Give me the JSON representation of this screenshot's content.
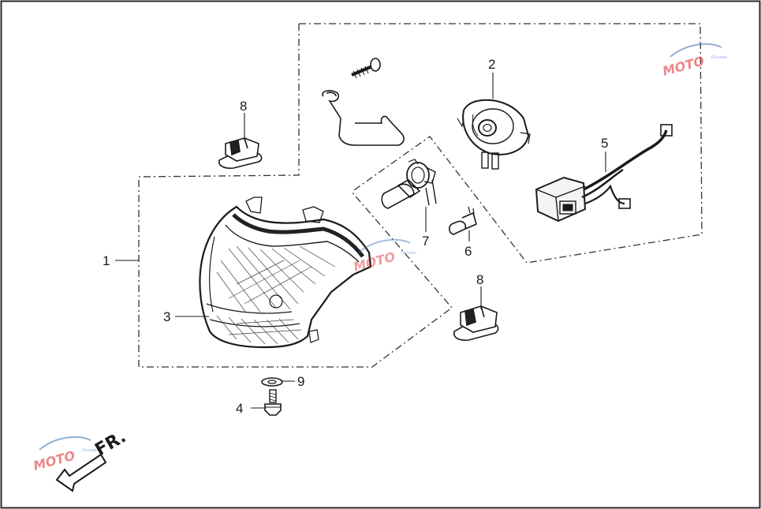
{
  "callouts": {
    "n1": "1",
    "n2": "2",
    "n3": "3",
    "n4": "4",
    "n5": "5",
    "n6": "6",
    "n7": "7",
    "n8a": "8",
    "n8b": "8",
    "n9": "9"
  },
  "direction": {
    "label": "FR."
  },
  "watermark": {
    "text": "MOTO",
    "subtext": "Онлайн",
    "color_red": "#e0262b",
    "color_blue": "#3b6fb6"
  },
  "colors": {
    "line": "#1a1a1a",
    "frame": "#2b2b2b"
  }
}
